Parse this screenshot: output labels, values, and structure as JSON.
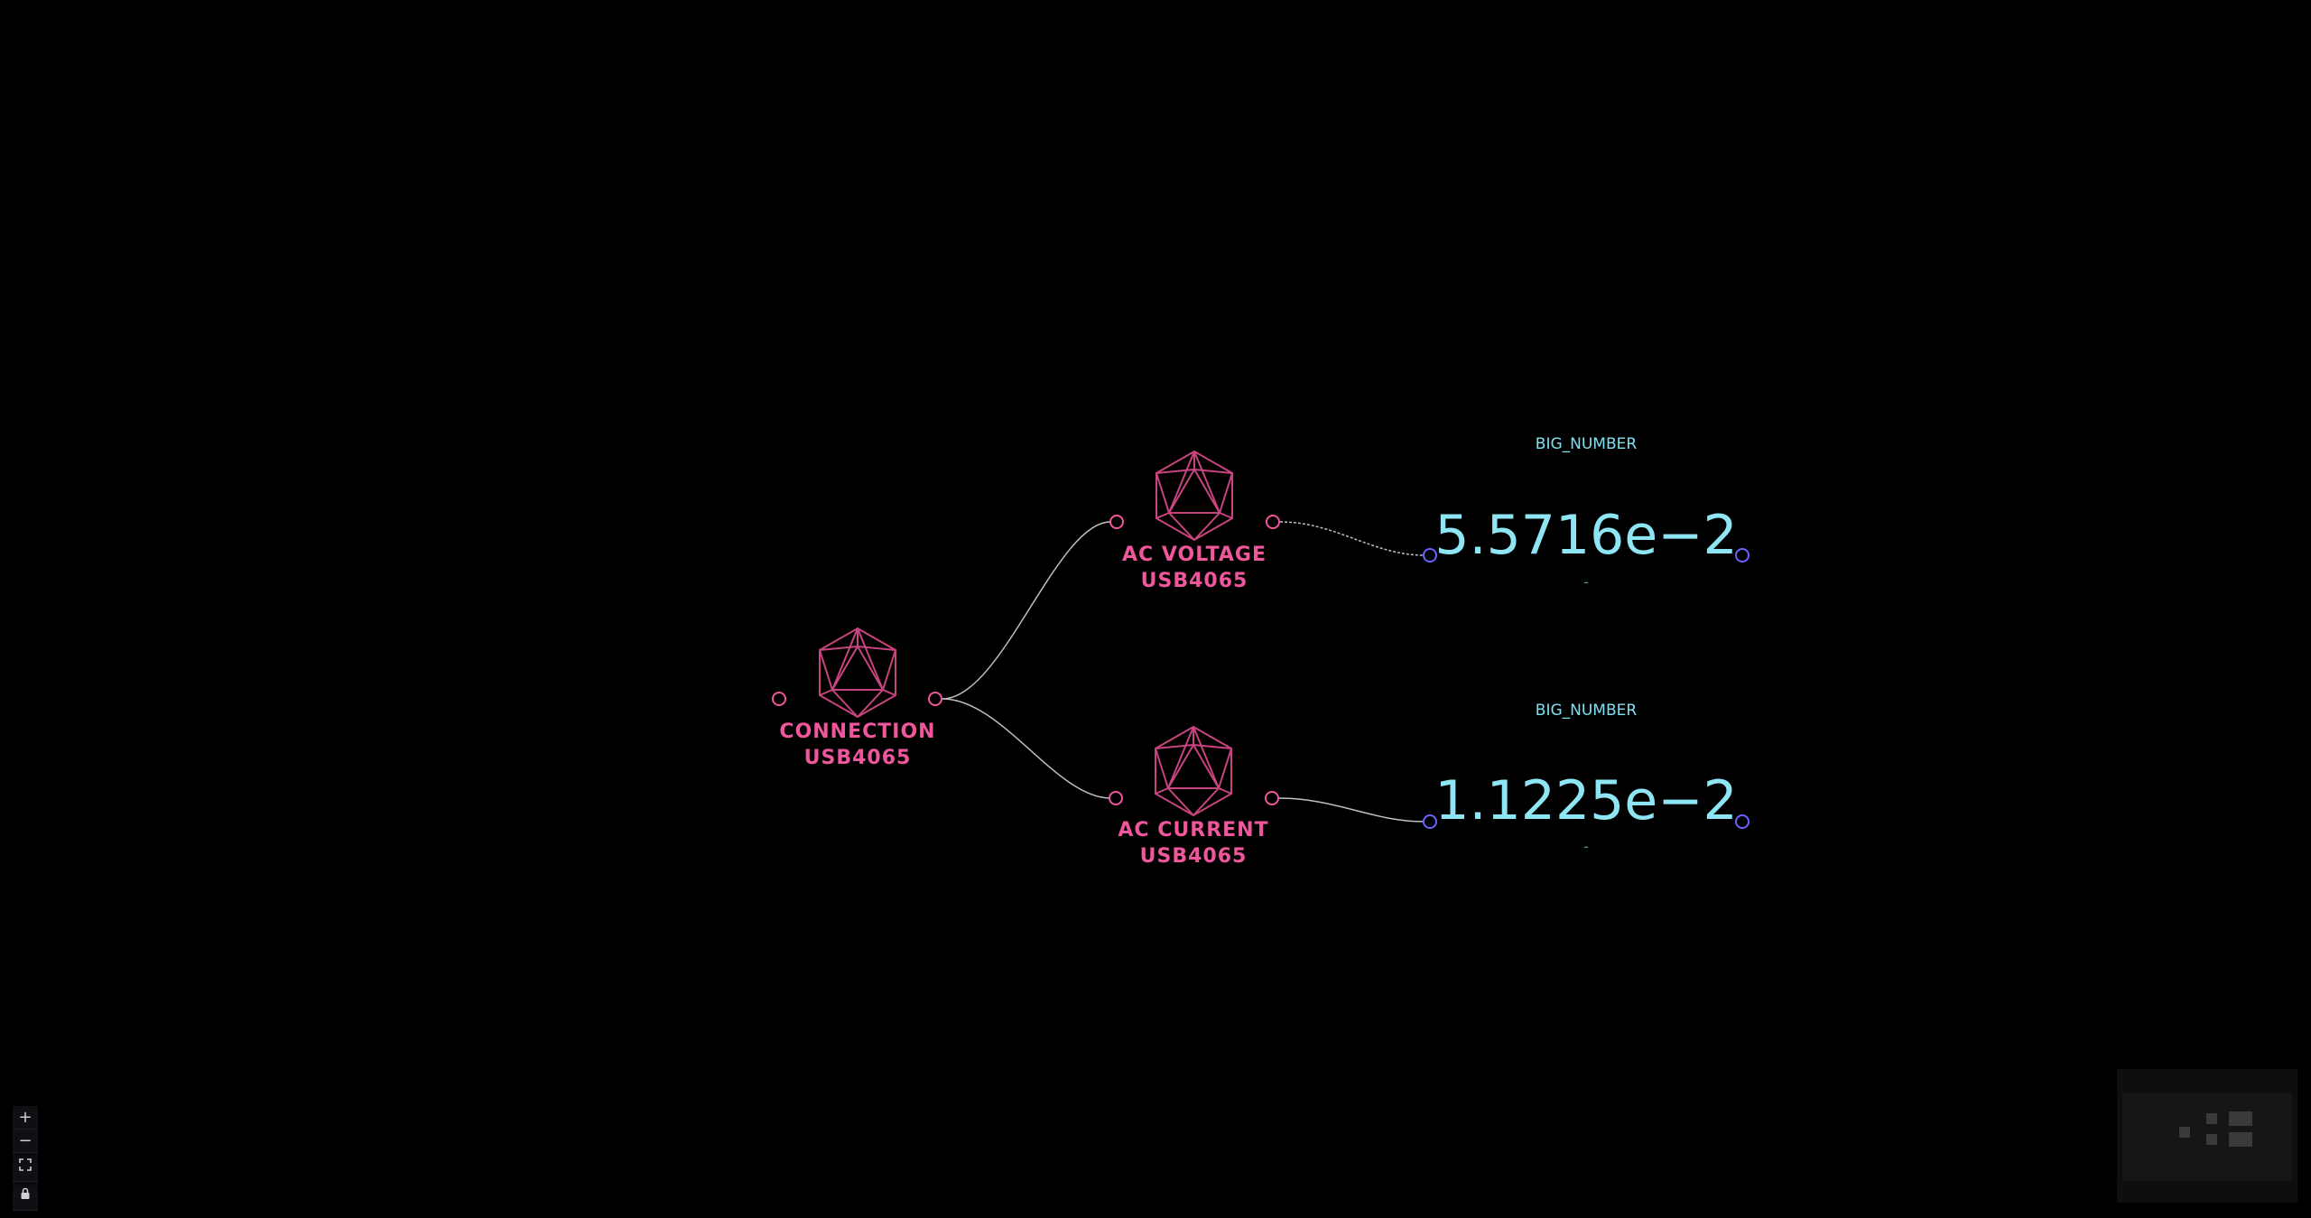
{
  "nodes": {
    "connection": {
      "title": "CONNECTION",
      "subtitle": "USB4065"
    },
    "ac_voltage": {
      "title": "AC VOLTAGE",
      "subtitle": "USB4065"
    },
    "ac_current": {
      "title": "AC CURRENT",
      "subtitle": "USB4065"
    }
  },
  "big_numbers": [
    {
      "title": "BIG_NUMBER",
      "value": "5.5716e−2",
      "unit": "-"
    },
    {
      "title": "BIG_NUMBER",
      "value": "1.1225e−2",
      "unit": "-"
    }
  ],
  "controls": {
    "zoom_in": "+",
    "zoom_out": "−"
  },
  "colors": {
    "node_accent": "#f0569c",
    "value_text": "#8ee6f4",
    "target_handle": "#6b63ff",
    "edge": "#bfbfbf"
  },
  "icons": {
    "node": "icosahedron-icon",
    "fit_view": "fit-view-icon",
    "lock": "lock-icon"
  }
}
